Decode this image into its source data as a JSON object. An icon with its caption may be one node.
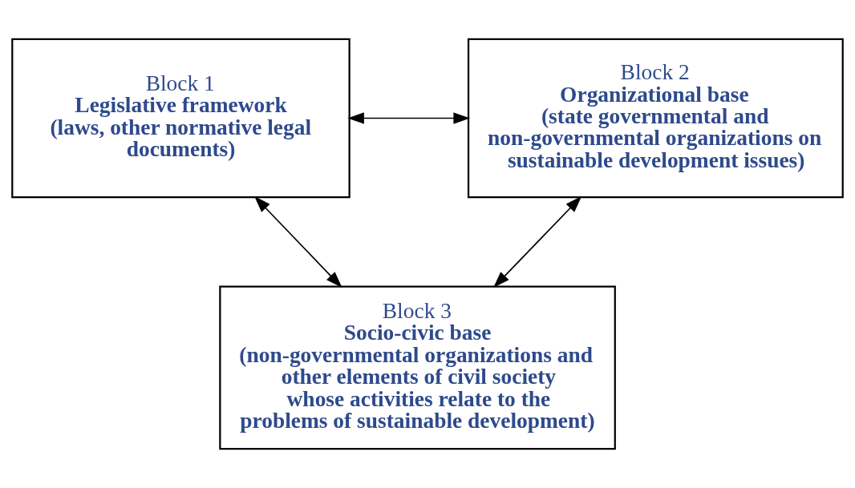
{
  "diagram": {
    "nodes": [
      {
        "text": [
          "Block 1",
          "Legislative framework",
          "(laws, other normative legal documents)"
        ]
      },
      {
        "text": [
          "Block 2",
          "Organizational base",
          "(state governmental and non-governmental organizations on sustainable development issues)"
        ]
      },
      {
        "text": [
          "Block 3",
          "Socio-civic base",
          "(non-governmental organizations and other elements of civil society whose activities relate to the problems of sustainable development)"
        ]
      }
    ],
    "edges": [
      {
        "from": 0,
        "to": 1,
        "arrow": "both"
      },
      {
        "from": 0,
        "to": 2,
        "arrow": "both"
      },
      {
        "from": 1,
        "to": 2,
        "arrow": "both"
      }
    ]
  }
}
